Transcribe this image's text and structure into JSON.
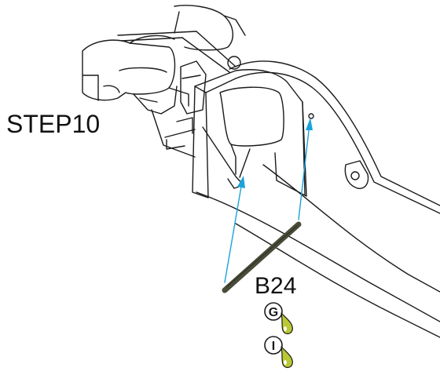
{
  "step": {
    "label": "STEP10"
  },
  "part": {
    "label": "B24"
  },
  "badges": [
    {
      "letter": "G",
      "icon": "glue-drop-icon"
    },
    {
      "letter": "I",
      "icon": "glue-drop-icon"
    }
  ],
  "colors": {
    "line": "#1a1a1a",
    "arrow": "#1aa3d9",
    "rod": "#4a4c3a",
    "drop": "#b9c933"
  }
}
